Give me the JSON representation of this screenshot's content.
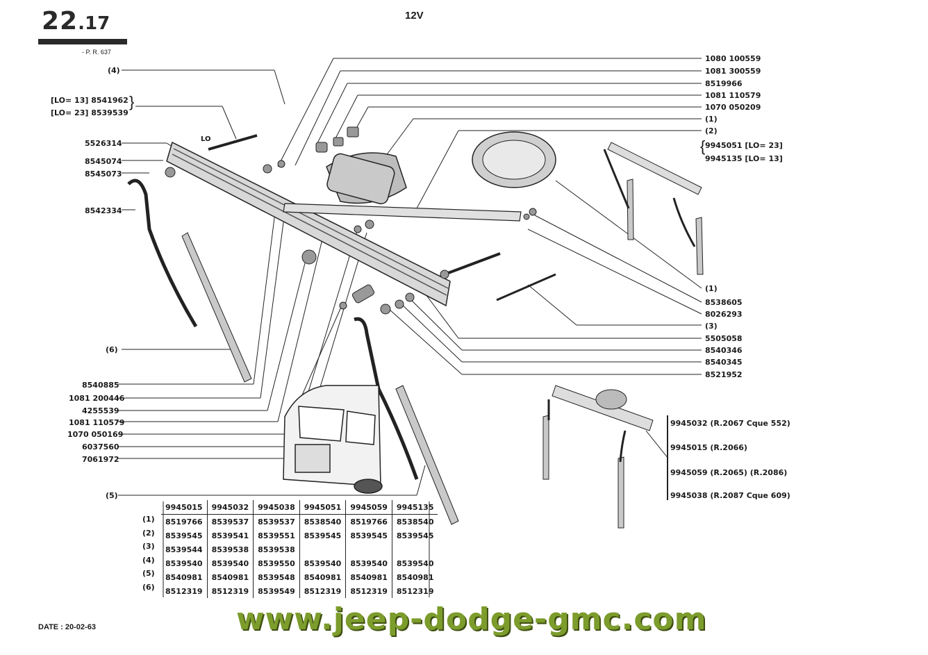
{
  "header": {
    "page_main": "22",
    "page_sub": ".17",
    "pr": "- P. R. 637",
    "voltage": "12V"
  },
  "left_labels": {
    "l4": "(4)",
    "lo13": "[LO= 13] 8541962",
    "lo23": "[LO= 23] 8539539",
    "p5526314": "5526314",
    "p8545074": "8545074",
    "p8545073": "8545073",
    "p8542334": "8542334",
    "l6": "(6)",
    "p8540885": "8540885",
    "p1081200446": "1081 200446",
    "p4255539": "4255539",
    "p1081110579b": "1081 110579",
    "p1070050169": "1070 050169",
    "p6037560": "6037560",
    "p7061972": "7061972",
    "l5": "(5)",
    "lo_dim": "LO"
  },
  "right_labels": {
    "p1080100559": "1080 100559",
    "p1081300559": "1081 300559",
    "p8519966": "8519966",
    "p1081110579": "1081 110579",
    "p1070050209": "1070 050209",
    "r1": "(1)",
    "r2": "(2)",
    "p9945051": "9945051 [LO= 23]",
    "p9945135": "9945135 [LO= 13]",
    "r1b": "(1)",
    "p8538605": "8538605",
    "p8026293": "8026293",
    "r3": "(3)",
    "p5505058": "5505058",
    "p8540346": "8540346",
    "p8540345": "8540345",
    "p8521952": "8521952"
  },
  "variants": {
    "v1": "9945032  (R.2067 Cque 552)",
    "v2": "9945015  (R.2066)",
    "v3": "9945059  (R.2065) (R.2086)",
    "v4": "9945038  (R.2087  Cque 609)"
  },
  "table": {
    "headers": [
      "9945015",
      "9945032",
      "9945038",
      "9945051",
      "9945059",
      "9945135"
    ],
    "row_labels": [
      "(1)",
      "(2)",
      "(3)",
      "(4)",
      "(5)",
      "(6)"
    ],
    "rows": [
      [
        "8519766",
        "8539537",
        "8539537",
        "8538540",
        "8519766",
        "8538540"
      ],
      [
        "8539545",
        "8539541",
        "8539551",
        "8539545",
        "8539545",
        "8539545"
      ],
      [
        "8539544",
        "8539538",
        "8539538",
        "",
        "",
        ""
      ],
      [
        "8539540",
        "8539540",
        "8539550",
        "8539540",
        "8539540",
        "8539540"
      ],
      [
        "8540981",
        "8540981",
        "8539548",
        "8540981",
        "8540981",
        "8540981"
      ],
      [
        "8512319",
        "8512319",
        "8539549",
        "8512319",
        "8512319",
        "8512319"
      ]
    ]
  },
  "footer": {
    "date": "DATE : 20-02-63",
    "watermark": "www.jeep-dodge-gmc.com"
  }
}
